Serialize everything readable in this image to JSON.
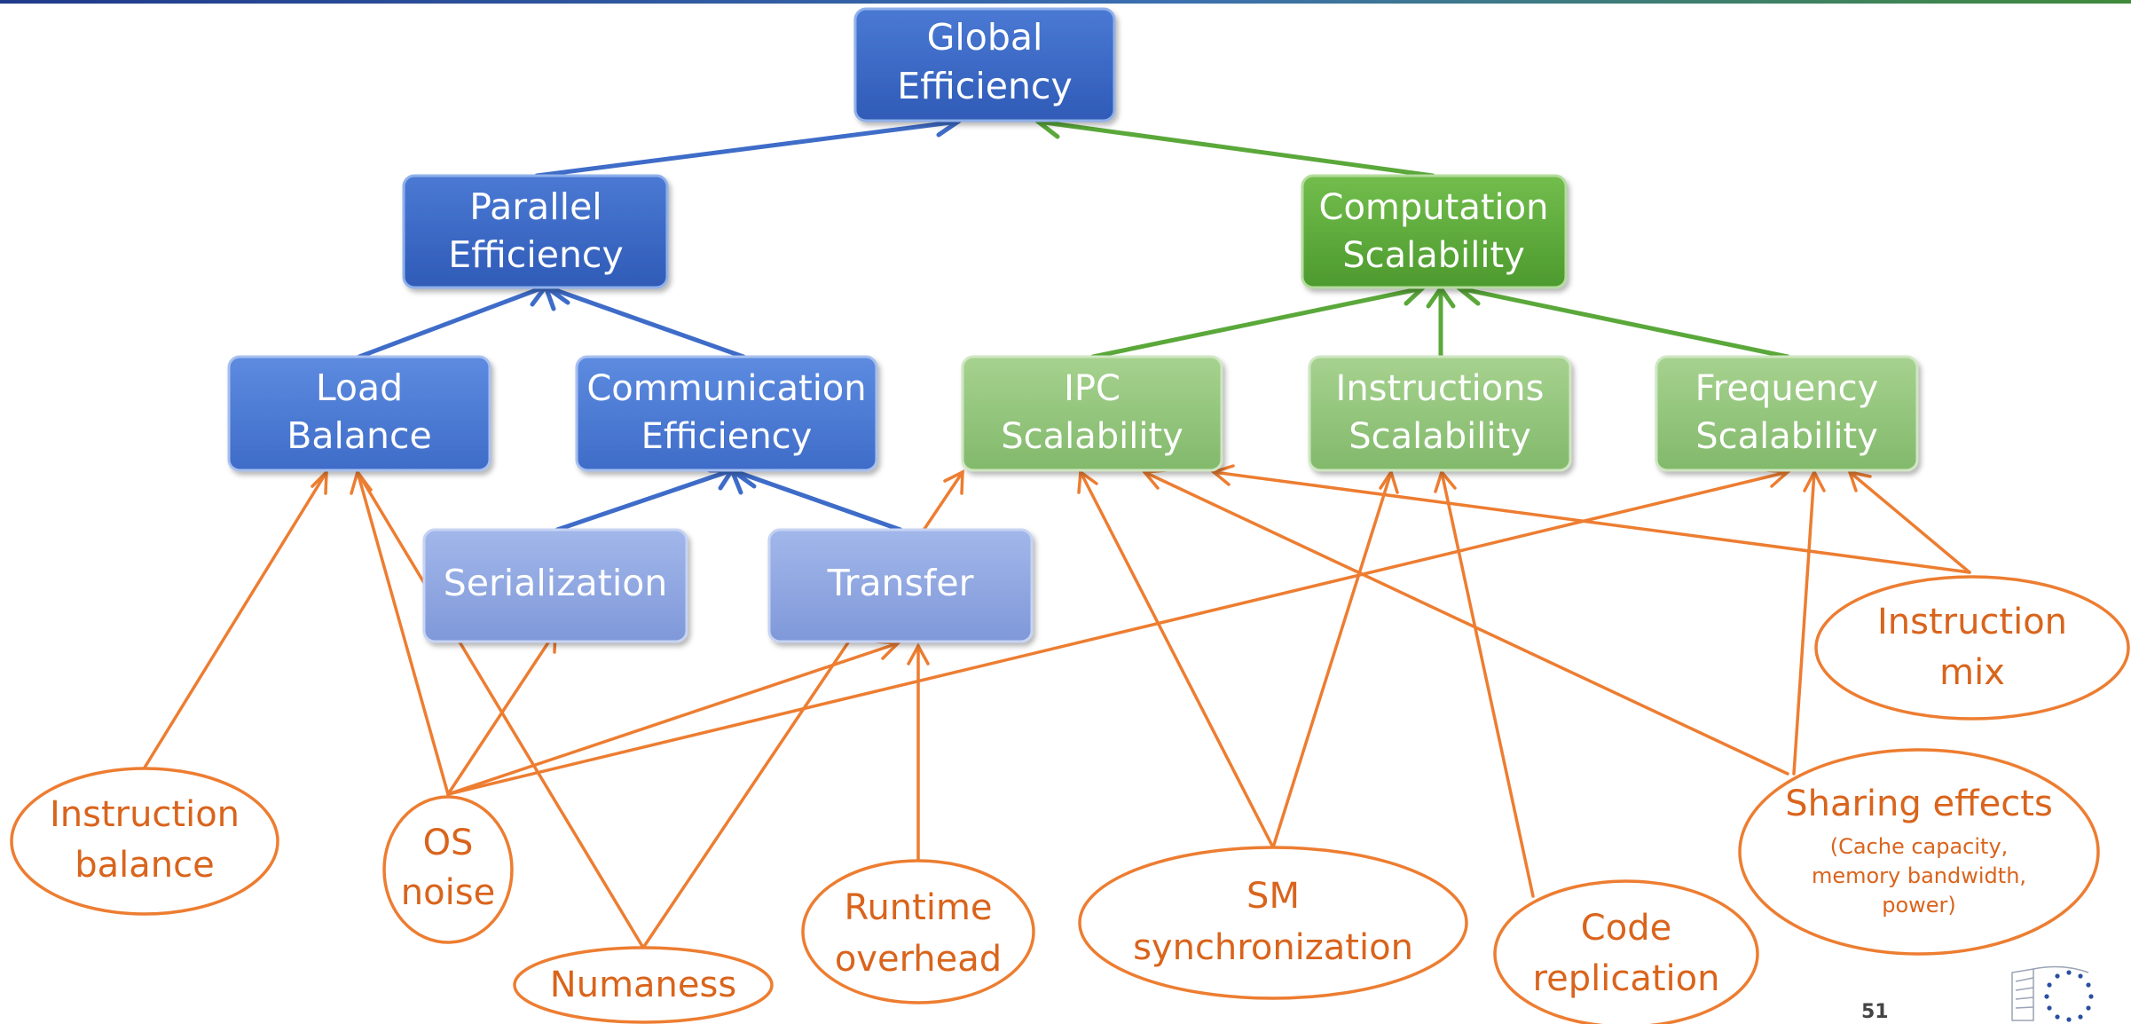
{
  "colors": {
    "blue_dark": "#3a67c4",
    "blue_mid": "#4f7fd6",
    "blue_light": "#8ea6e4",
    "green_dark": "#5aa83a",
    "green_light": "#8fc37a",
    "orange": "#ed7d31",
    "orange_text": "#d9641c"
  },
  "nodes": {
    "global_efficiency": [
      "Global",
      "Efficiency"
    ],
    "parallel_efficiency": [
      "Parallel",
      "Efficiency"
    ],
    "computation_scalability": [
      "Computation",
      "Scalability"
    ],
    "load_balance": [
      "Load",
      "Balance"
    ],
    "communication_efficiency": [
      "Communication",
      "Efficiency"
    ],
    "ipc_scalability": [
      "IPC",
      "Scalability"
    ],
    "instructions_scalability": [
      "Instructions",
      "Scalability"
    ],
    "frequency_scalability": [
      "Frequency",
      "Scalability"
    ],
    "serialization": [
      "Serialization"
    ],
    "transfer": [
      "Transfer"
    ]
  },
  "factors": {
    "instruction_balance": [
      "Instruction",
      "balance"
    ],
    "os_noise": [
      "OS",
      "noise"
    ],
    "numaness": [
      "Numaness"
    ],
    "runtime_overhead": [
      "Runtime",
      "overhead"
    ],
    "sm_synchronization": [
      "SM",
      "synchronization"
    ],
    "code_replication": [
      "Code",
      "replication"
    ],
    "sharing_effects": {
      "title": "Sharing effects",
      "note": [
        "(Cache capacity,",
        "memory bandwidth,",
        "power)"
      ]
    },
    "instruction_mix": [
      "Instruction",
      "mix"
    ]
  },
  "footer": {
    "page_number": "51"
  }
}
